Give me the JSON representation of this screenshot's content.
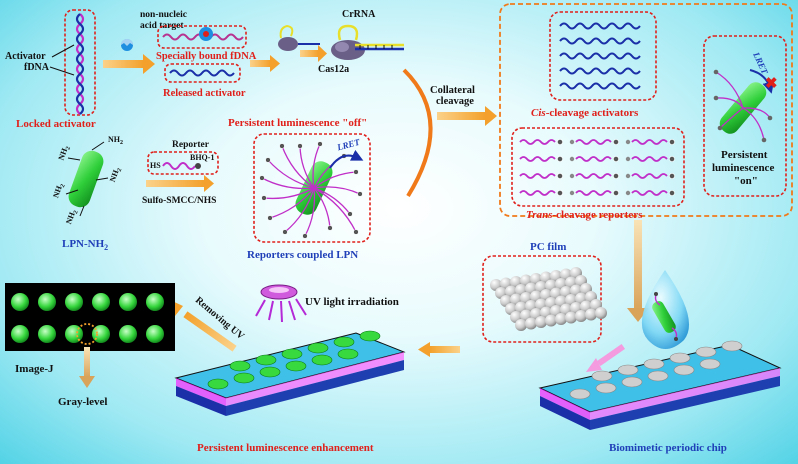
{
  "labels": {
    "activator": "Activator",
    "fdna": "fDNA",
    "locked_activator": "Locked activator",
    "non_nucleic_target_line1": "non-nucleic",
    "non_nucleic_target_line2": "acid target",
    "specially_bound": "Specially bound fDNA",
    "released_activator": "Released activator",
    "crrna": "CrRNA",
    "cas12a": "Cas12a",
    "collateral_line1": "Collateral",
    "collateral_line2": "cleavage",
    "pl_off": "Persistent luminescence \"off\"",
    "cis_cleavage_italic": "Cis",
    "cis_cleavage_rest": "-cleavage activators",
    "trans_cleavage_italic": "Trans",
    "trans_cleavage_rest": "-cleavage reporters",
    "lret": "LRET",
    "pl_on_line1": "Persistent",
    "pl_on_line2": "luminescence",
    "pl_on_line3": "\"on\"",
    "nh2": "NH",
    "nh2_sub": "2",
    "lpn_nh2": "LPN-NH",
    "lpn_nh2_sub": "2",
    "reporter": "Reporter",
    "hs": "HS",
    "bhq1": "BHQ-1",
    "sulfo": "Sulfo-SMCC/NHS",
    "reporters_coupled": "Reporters coupled LPN",
    "pc_film": "PC film",
    "uv_light": "UV light irradiation",
    "removing_uv": "Removing UV",
    "image_j": "Image-J",
    "gray_level": "Gray-level",
    "pl_enhancement": "Persistent luminescence enhancement",
    "biomimetic_chip": "Biomimetic periodic chip"
  },
  "colors": {
    "red": "#e0201b",
    "blue": "#1f3fb8",
    "orange_arrow": "#f3a93a",
    "green_rod": "#2fcf3a",
    "magenta_strand": "#c02fc8",
    "navy_strand": "#1a2fa8"
  }
}
